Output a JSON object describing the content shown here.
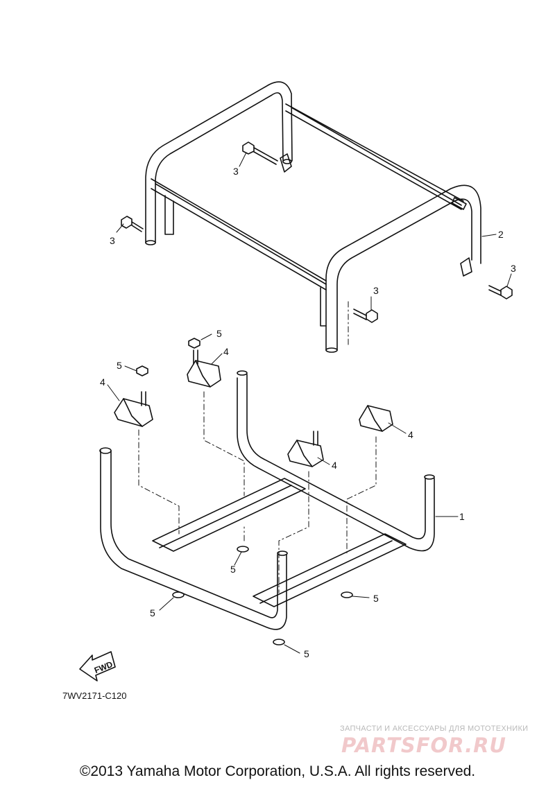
{
  "diagram": {
    "reference_code": "7WV2171-C120",
    "fwd_label": "FWD",
    "callouts": {
      "c1": "1",
      "c2": "2",
      "c3a": "3",
      "c3b": "3",
      "c3c": "3",
      "c3d": "3",
      "c4a": "4",
      "c4b": "4",
      "c4c": "4",
      "c4d": "4",
      "c5a": "5",
      "c5b": "5",
      "c5c": "5",
      "c5d": "5",
      "c5e": "5",
      "c5f": "5"
    }
  },
  "footer": {
    "copyright": "©2013 Yamaha Motor Corporation, U.S.A. All rights reserved."
  },
  "watermark": {
    "tagline": "ЗАПЧАСТИ И АКСЕССУАРЫ ДЛЯ МОТОТЕХНИКИ",
    "logo": "PARTSFOR.RU"
  }
}
